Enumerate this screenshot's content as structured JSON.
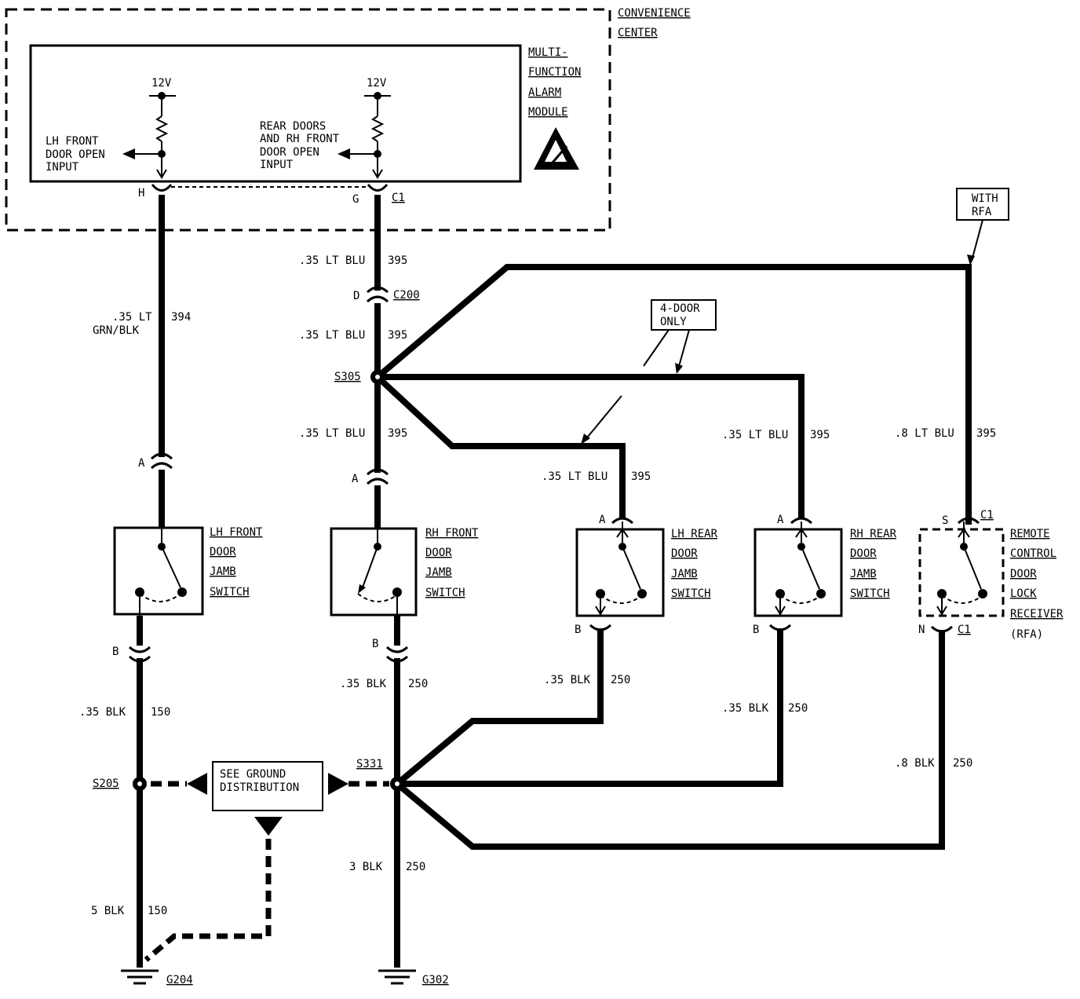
{
  "convenience_center": {
    "line1": "CONVENIENCE",
    "line2": "CENTER"
  },
  "module": {
    "line1": "MULTI-",
    "line2": "FUNCTION",
    "line3": "ALARM",
    "line4": "MODULE"
  },
  "supply_left": "12V",
  "supply_right": "12V",
  "input_lh": {
    "line1": "LH FRONT",
    "line2": "DOOR OPEN",
    "line3": "INPUT"
  },
  "input_rear": {
    "line1": "REAR DOORS",
    "line2": "AND RH FRONT",
    "line3": "DOOR OPEN",
    "line4": "INPUT"
  },
  "pins": {
    "h": "H",
    "g": "G",
    "c1": "C1",
    "d": "D",
    "c200": "C200",
    "a1": "A",
    "a2": "A",
    "a3": "A",
    "a4": "A",
    "b1": "B",
    "b2": "B",
    "b3": "B",
    "b4": "B",
    "s": "S",
    "n": "N",
    "c1_top": "C1",
    "c1_bot": "C1"
  },
  "wires": {
    "w394_size": ".35 LT",
    "w394_color": "GRN/BLK",
    "w394_num": "394",
    "w395a_size": ".35 LT BLU",
    "w395a_num": "395",
    "w395b_size": ".35 LT BLU",
    "w395b_num": "395",
    "w395c_size": ".35 LT BLU",
    "w395c_num": "395",
    "w395d_size": ".35 LT BLU",
    "w395d_num": "395",
    "w395e_size": ".35 LT BLU",
    "w395e_num": "395",
    "w395f_size": ".8 LT BLU",
    "w395f_num": "395",
    "w150a_size": ".35 BLK",
    "w150a_num": "150",
    "w150b_size": "5 BLK",
    "w150b_num": "150",
    "w250a_size": ".35 BLK",
    "w250a_num": "250",
    "w250b_size": ".35 BLK",
    "w250b_num": "250",
    "w250c_size": ".35 BLK",
    "w250c_num": "250",
    "w250d_size": ".8 BLK",
    "w250d_num": "250",
    "w250e_size": "3 BLK",
    "w250e_num": "250"
  },
  "splices": {
    "s305": "S305",
    "s205": "S205",
    "s331": "S331"
  },
  "grounds": {
    "g204": "G204",
    "g302": "G302"
  },
  "notes": {
    "with_rfa_1": "WITH",
    "with_rfa_2": "RFA",
    "four_door_1": "4-DOOR",
    "four_door_2": "ONLY",
    "see_ground_1": "SEE GROUND",
    "see_ground_2": "DISTRIBUTION"
  },
  "switches": {
    "lh_front": [
      "LH FRONT",
      "DOOR",
      "JAMB",
      "SWITCH"
    ],
    "rh_front": [
      "RH FRONT",
      "DOOR",
      "JAMB",
      "SWITCH"
    ],
    "lh_rear": [
      "LH REAR",
      "DOOR",
      "JAMB",
      "SWITCH"
    ],
    "rh_rear": [
      "RH REAR",
      "DOOR",
      "JAMB",
      "SWITCH"
    ],
    "rfa": [
      "REMOTE",
      "CONTROL",
      "DOOR",
      "LOCK",
      "RECEIVER",
      "(RFA)"
    ]
  }
}
